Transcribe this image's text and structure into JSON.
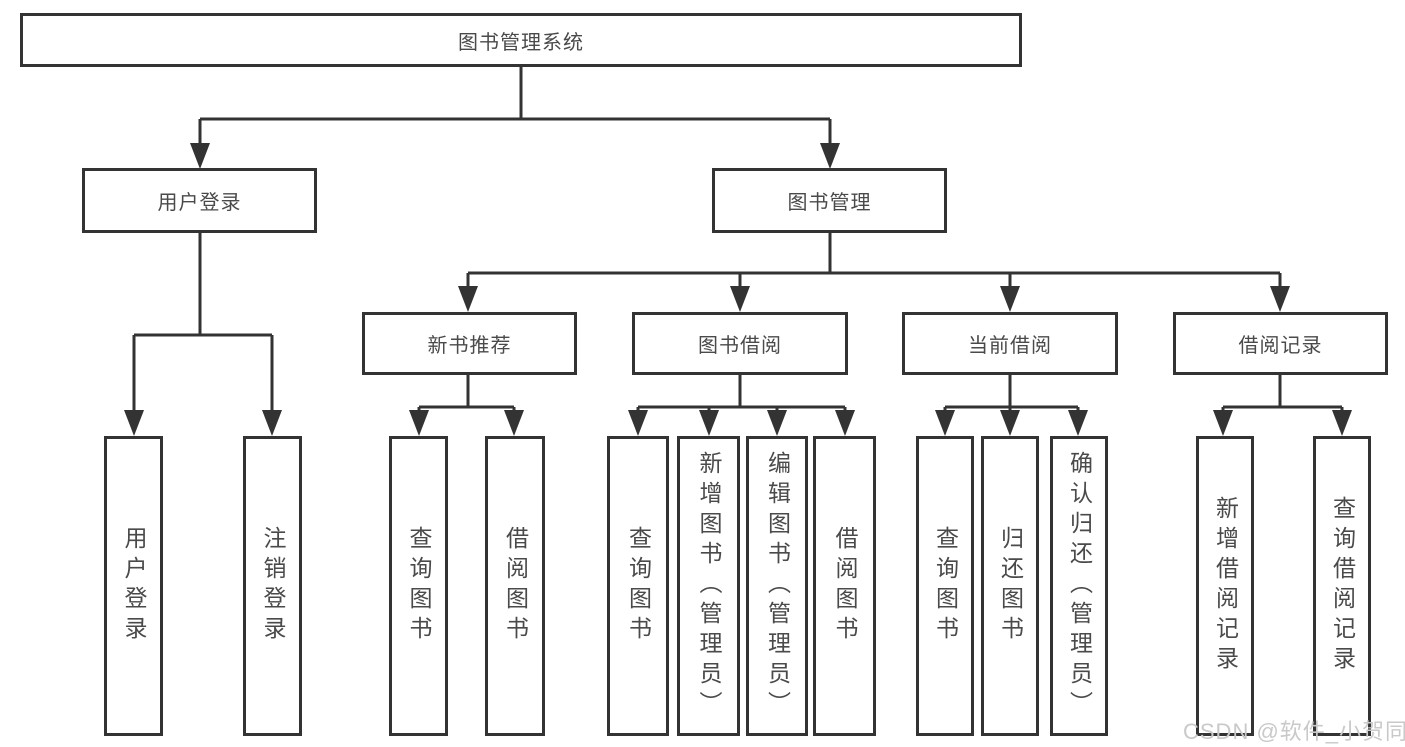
{
  "root": {
    "label": "图书管理系统"
  },
  "branches": [
    {
      "label": "用户登录",
      "children": [
        {
          "label": "用户登录"
        },
        {
          "label": "注销登录"
        }
      ]
    },
    {
      "label": "图书管理",
      "children": [
        {
          "label": "新书推荐",
          "children": [
            {
              "label": "查询图书"
            },
            {
              "label": "借阅图书"
            }
          ]
        },
        {
          "label": "图书借阅",
          "children": [
            {
              "label": "查询图书"
            },
            {
              "label": "新增图书（管理员）"
            },
            {
              "label": "编辑图书（管理员）"
            },
            {
              "label": "借阅图书"
            }
          ]
        },
        {
          "label": "当前借阅",
          "children": [
            {
              "label": "查询图书"
            },
            {
              "label": "归还图书"
            },
            {
              "label": "确认归还（管理员）"
            }
          ]
        },
        {
          "label": "借阅记录",
          "children": [
            {
              "label": "新增借阅记录"
            },
            {
              "label": "查询借阅记录"
            }
          ]
        }
      ]
    }
  ],
  "watermark": "CSDN @软件_小贺同学",
  "colors": {
    "line": "#333333",
    "text": "#4a4a4a",
    "watermark": "#c9c9c9",
    "background": "#ffffff"
  }
}
